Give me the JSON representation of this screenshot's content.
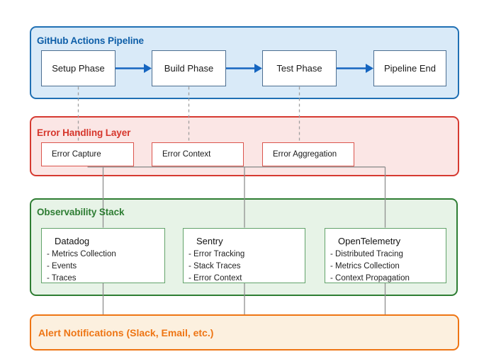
{
  "layers": {
    "pipeline": {
      "title": "GitHub Actions Pipeline",
      "nodes": [
        "Setup Phase",
        "Build Phase",
        "Test Phase",
        "Pipeline End"
      ]
    },
    "error_handling": {
      "title": "Error Handling Layer",
      "nodes": [
        "Error Capture",
        "Error Context",
        "Error Aggregation"
      ]
    },
    "observability": {
      "title": "Observability Stack",
      "nodes": [
        {
          "name": "Datadog",
          "items": [
            "- Metrics Collection",
            "- Events",
            "- Traces"
          ]
        },
        {
          "name": "Sentry",
          "items": [
            "- Error Tracking",
            "- Stack Traces",
            "- Error Context"
          ]
        },
        {
          "name": "OpenTelemetry",
          "items": [
            "- Distributed Tracing",
            "- Metrics Collection",
            "- Context Propagation"
          ]
        }
      ]
    },
    "alerts": {
      "title": "Alert Notifications (Slack, Email, etc.)"
    }
  },
  "colors": {
    "blue_fill": "#d9eaf8",
    "blue_border": "#2070b4",
    "blue_title": "#0d5ea8",
    "node_border_blue": "#4c6e91",
    "arrow_blue": "#1565c0",
    "red_fill": "#fbe6e5",
    "red_border": "#d63a31",
    "red_title": "#d6362c",
    "red_node_border": "#db544c",
    "green_fill": "#e7f3e7",
    "green_border": "#2e7d33",
    "green_title": "#2e7d33",
    "green_node_border": "#62a36a",
    "orange_fill": "#fcf0df",
    "orange_border": "#ee7514",
    "orange_title": "#ee7514",
    "line_gray": "#8f8f8f",
    "dash_gray": "#9e9e9e",
    "node_text": "#1a1a1a"
  }
}
